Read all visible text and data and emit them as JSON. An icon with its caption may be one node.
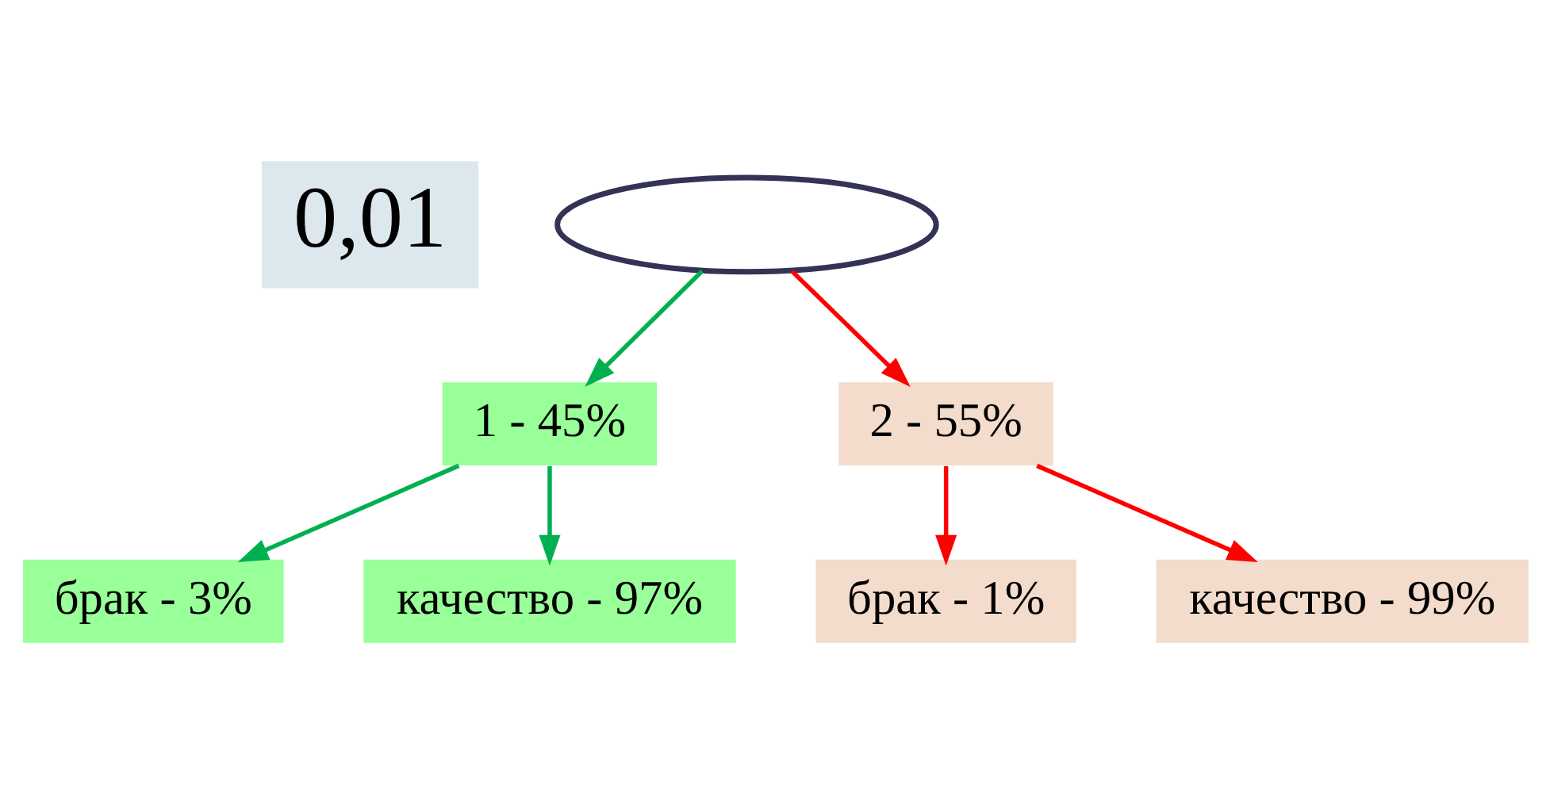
{
  "diagram": {
    "nodes": [
      {
        "text": [],
        "shape": "ellipse"
      },
      {
        "text": [
          "0,01"
        ]
      },
      {
        "text": [
          "1 - 45%"
        ]
      },
      {
        "text": [
          "2 - 55%"
        ]
      },
      {
        "text": [
          "брак - 3%"
        ]
      },
      {
        "text": [
          "качество - 97%"
        ]
      },
      {
        "text": [
          "брак - 1%"
        ]
      },
      {
        "text": [
          "качество - 99%"
        ]
      }
    ],
    "edges": [
      {
        "from": 0,
        "to": 2,
        "arrow": "to",
        "color": "#00b050"
      },
      {
        "from": 0,
        "to": 3,
        "arrow": "to",
        "color": "#ff0000"
      },
      {
        "from": 2,
        "to": 4,
        "arrow": "to",
        "color": "#00b050"
      },
      {
        "from": 2,
        "to": 5,
        "arrow": "to",
        "color": "#00b050"
      },
      {
        "from": 3,
        "to": 6,
        "arrow": "to",
        "color": "#ff0000"
      },
      {
        "from": 3,
        "to": 7,
        "arrow": "to",
        "color": "#ff0000"
      }
    ]
  }
}
